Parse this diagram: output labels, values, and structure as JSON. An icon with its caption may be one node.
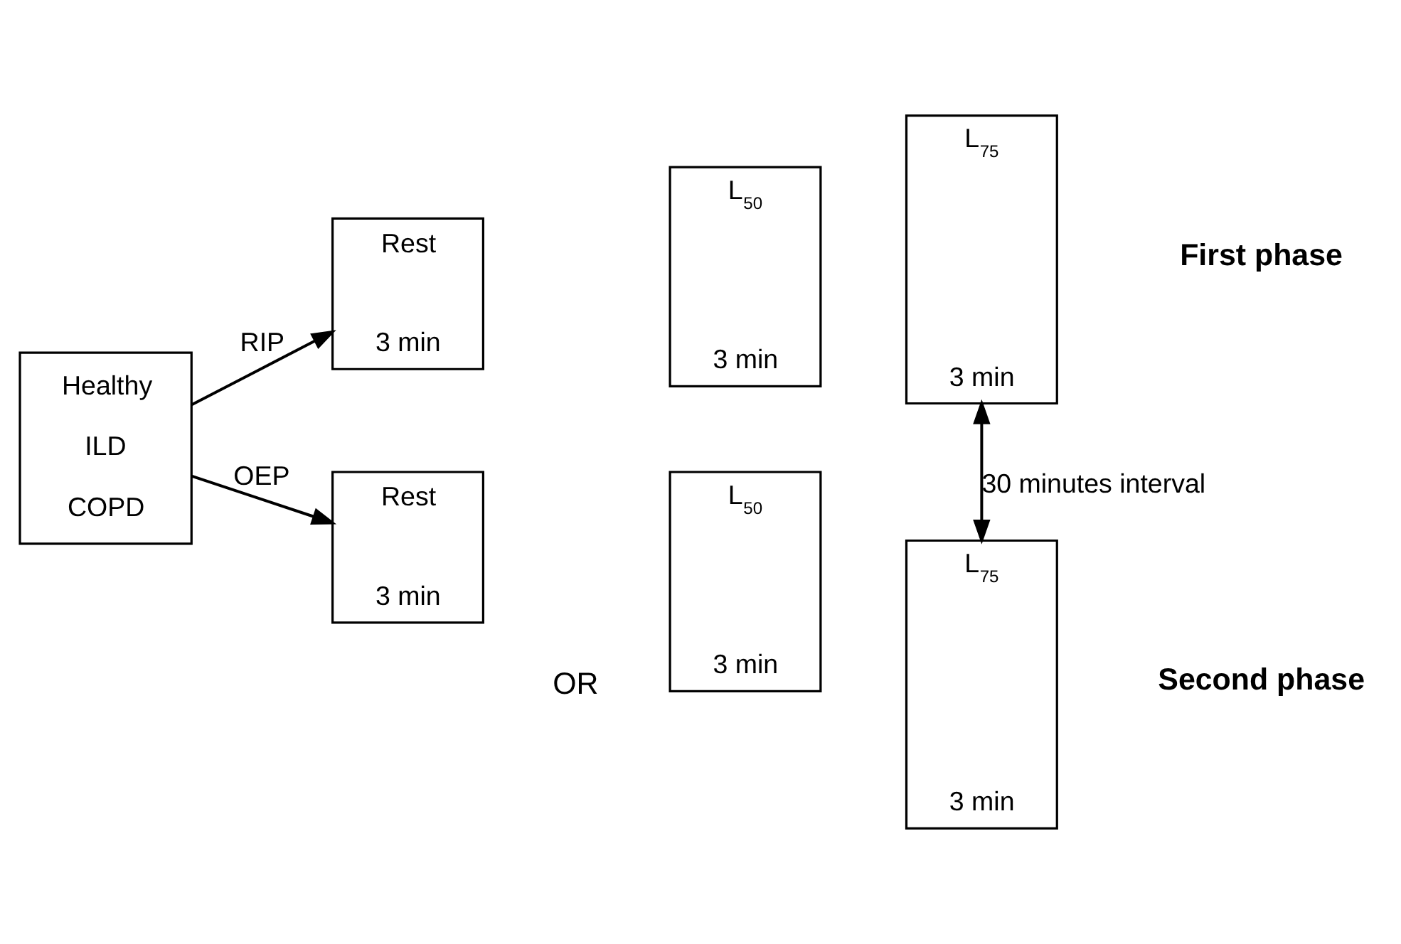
{
  "diagram": {
    "nodes": [
      {
        "text": [
          "Healthy",
          "ILD",
          "COPD"
        ]
      },
      {
        "text": [
          "Rest",
          "3 min"
        ]
      },
      {
        "text": [
          "L$_{50}$",
          "3 min"
        ]
      },
      {
        "text": [
          "L$_{75}$",
          "3 min"
        ]
      },
      {
        "text": [
          "Rest",
          "3 min"
        ]
      },
      {
        "text": [
          "L$_{50}$",
          "3 min"
        ]
      },
      {
        "text": [
          "L$_{75}$",
          "3 min"
        ]
      }
    ],
    "edges": [
      {
        "from": 0,
        "to": 1,
        "arrow": "to",
        "label": "RIP"
      },
      {
        "from": 0,
        "to": 4,
        "arrow": "to",
        "label": "OEP"
      },
      {
        "from": 3,
        "to": 6,
        "arrow": "both",
        "label": "30 minutes interval"
      }
    ],
    "labels": [
      "OR",
      "First phase",
      "Second phase"
    ]
  }
}
